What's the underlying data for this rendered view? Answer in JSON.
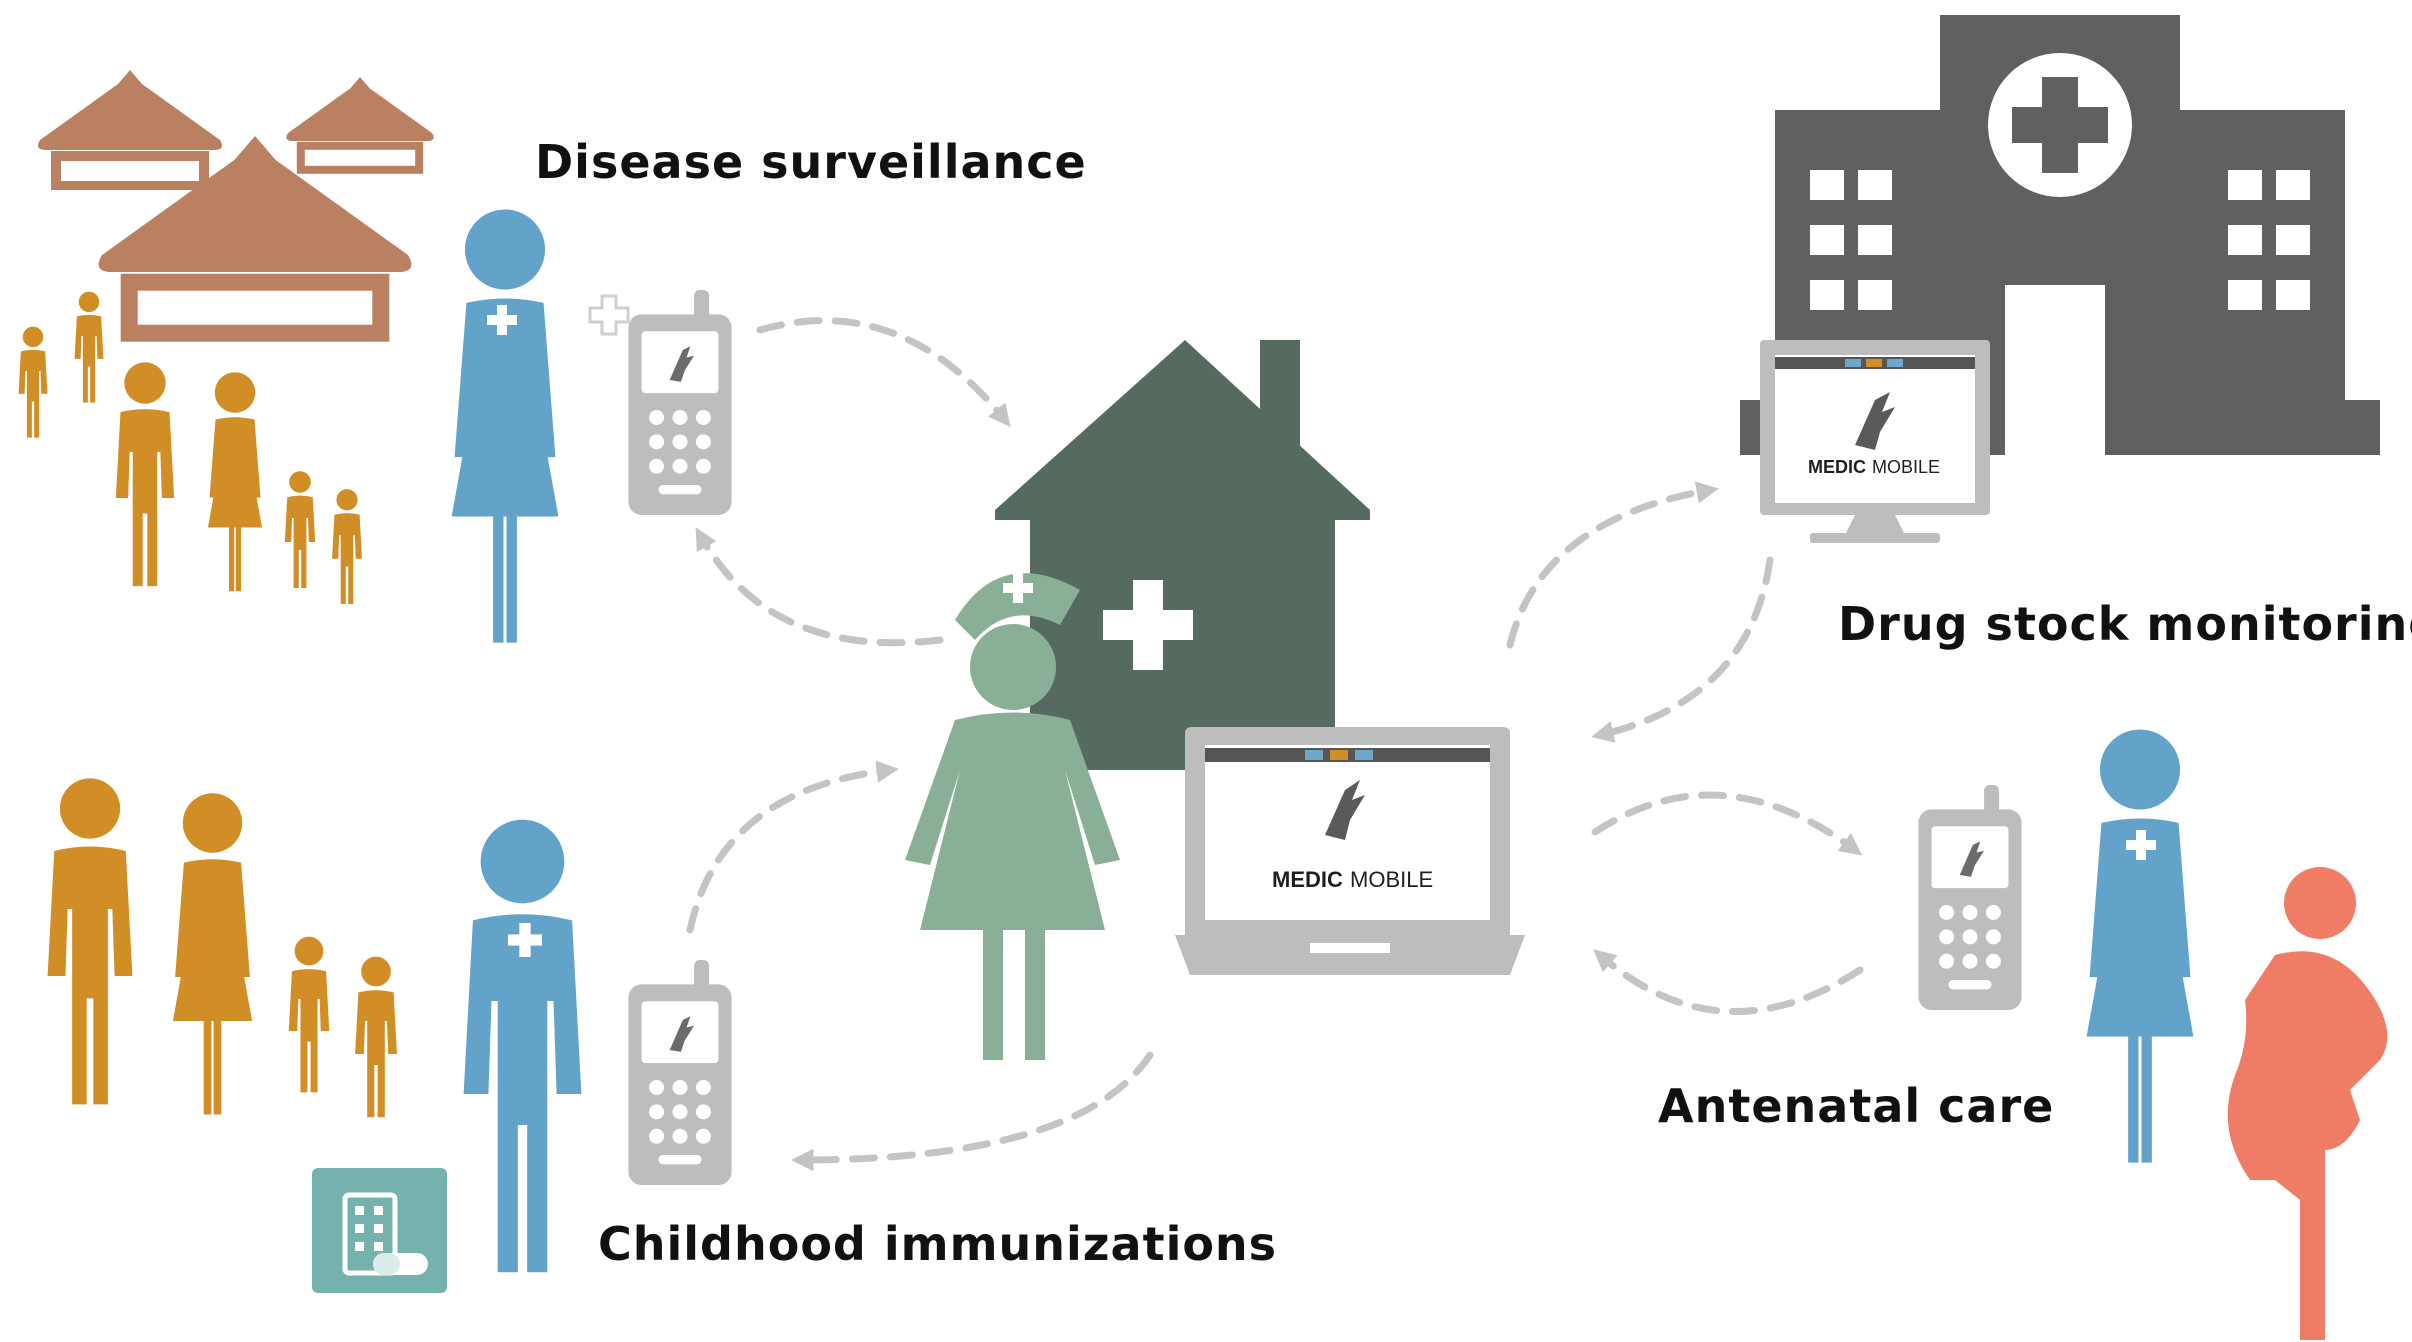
{
  "labels": {
    "disease_surveillance": "Disease surveillance",
    "drug_stock_monitoring": "Drug stock monitoring",
    "childhood_immunizations": "Childhood immunizations",
    "antenatal_care": "Antenatal care"
  },
  "brand": {
    "medic": "MEDIC",
    "mobile": "MOBILE"
  },
  "colors": {
    "hut": "#ba8062",
    "family": "#d18e26",
    "health_worker": "#64a3c9",
    "nurse": "#8aaf97",
    "clinic": "#566b5f",
    "hospital": "#606060",
    "device": "#bdbdbd",
    "arrow": "#c4c4c4",
    "pregnant_woman": "#ef7d66",
    "med_kit": "#76b2ad"
  },
  "icons": [
    "hut-icon",
    "family-icon",
    "health-worker-icon",
    "phone-icon",
    "clinic-icon",
    "nurse-icon",
    "laptop-icon",
    "hospital-icon",
    "monitor-icon",
    "med-kit-icon",
    "pregnant-woman-icon"
  ]
}
